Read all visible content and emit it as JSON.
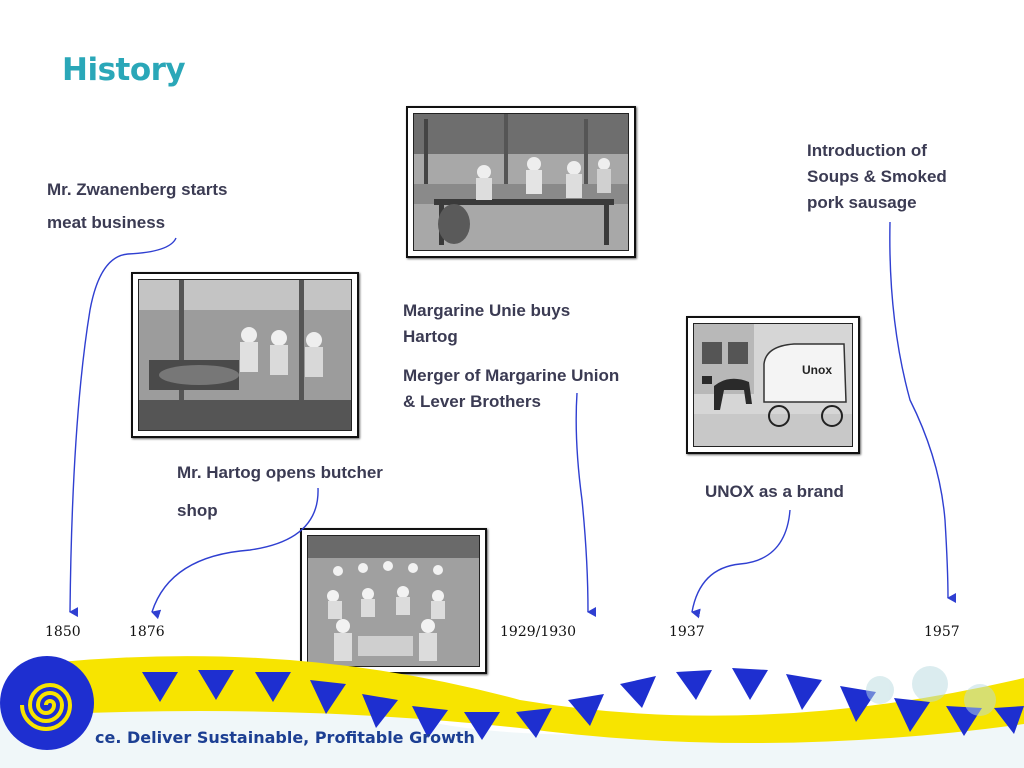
{
  "slide": {
    "title": "History",
    "footer_tagline": "ce. Deliver Sustainable, Profitable Growth"
  },
  "timeline": {
    "years": [
      "1850",
      "1876",
      "1929/1930",
      "1937",
      "1957"
    ]
  },
  "events": {
    "zwanenberg": [
      "Mr. Zwanenberg starts",
      "meat business"
    ],
    "hartog": [
      "Mr. Hartog opens butcher",
      "shop"
    ],
    "margarine_unie": [
      "Margarine Unie buys",
      "Hartog"
    ],
    "merger": [
      "Merger of Margarine Union",
      "& Lever Brothers"
    ],
    "unox": [
      "UNOX as a brand"
    ],
    "soups": [
      "Introduction of",
      "Soups & Smoked",
      "pork sausage"
    ]
  },
  "photos": {
    "unox_wagon_sign": "Unox"
  },
  "colors": {
    "title": "#2aa7b8",
    "arrow": "#2f3fd1",
    "text": "#3b3b53",
    "banner_yellow": "#f7e400",
    "banner_blue": "#1e2fd0",
    "footer_text": "#1c3f93"
  }
}
